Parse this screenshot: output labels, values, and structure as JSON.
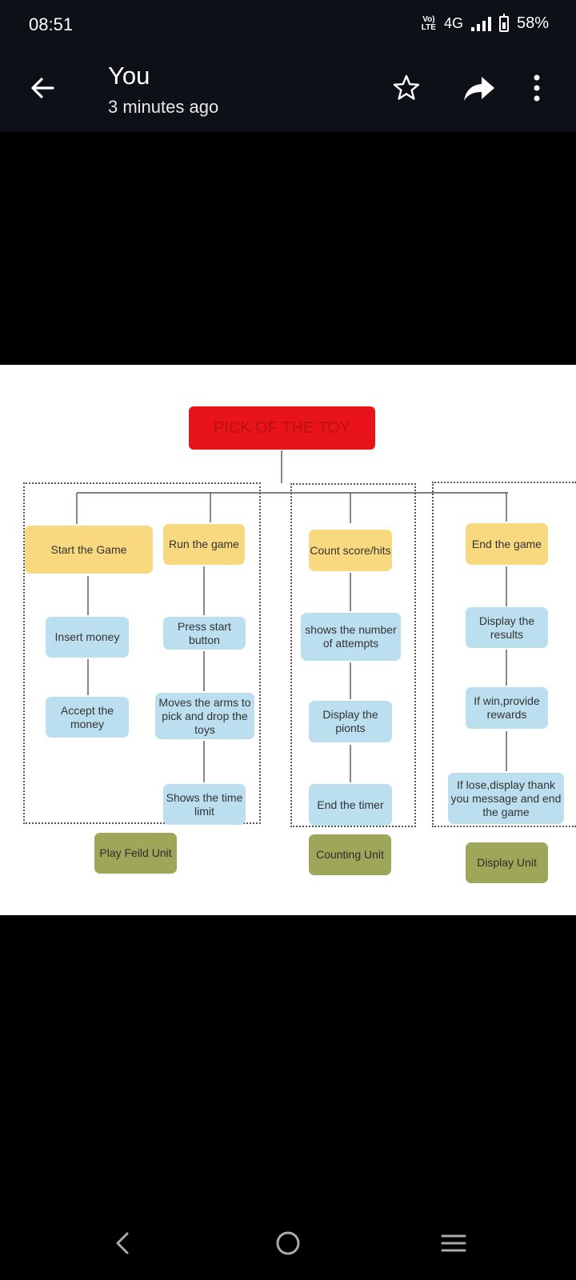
{
  "status_bar": {
    "time": "08:51",
    "volte_top": "Vo)",
    "volte_bottom": "LTE",
    "network": "4G",
    "battery": "58%"
  },
  "header": {
    "title": "You",
    "subtitle": "3 minutes ago",
    "icons": [
      "back-arrow-icon",
      "star-icon",
      "share-icon",
      "more-vert-icon"
    ]
  },
  "diagram": {
    "title": "PICK OF THE TOY",
    "play_field": {
      "start": "Start the Game",
      "insert_money": "Insert money",
      "accept_money": "Accept the money",
      "run": "Run the game",
      "press_start": "Press start button",
      "moves_arms": "Moves the arms to pick and drop the toys",
      "time_limit": "Shows the time limit",
      "unit": "Play Feild Unit"
    },
    "counting": {
      "count": "Count score/hits",
      "attempts": "shows the number of attempts",
      "points": "Display the pionts",
      "end_timer": "End the timer",
      "unit": "Counting Unit"
    },
    "display": {
      "end_game": "End the game",
      "results": "Display the results",
      "win": "If win,provide rewards",
      "lose": "If lose,display thank you message and end the game",
      "unit": "Display Unit"
    },
    "colors": {
      "title": "#e8141a",
      "process": "#f9d97f",
      "step": "#bcdff0",
      "unit": "#9ea65a"
    }
  },
  "nav": {
    "icons": [
      "back-nav-icon",
      "home-nav-icon",
      "recents-nav-icon"
    ]
  }
}
